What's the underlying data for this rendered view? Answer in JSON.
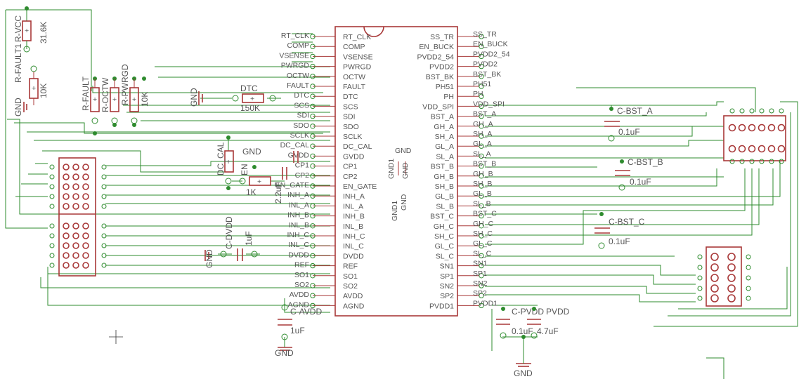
{
  "ic": {
    "left_pins": [
      "RT_CLK",
      "COMP",
      "VSENSE",
      "PWRGD",
      "OCTW",
      "FAULT",
      "DTC",
      "SCS",
      "SDI",
      "SDO",
      "SCLK",
      "DC_CAL",
      "GVDD",
      "CP1",
      "CP2",
      "EN_GATE",
      "INH_A",
      "INL_A",
      "INH_B",
      "INL_B",
      "INH_C",
      "INL_C",
      "DVDD",
      "REF",
      "SO1",
      "SO2",
      "AVDD",
      "AGND"
    ],
    "right_pins": [
      "SS_TR",
      "EN_BUCK",
      "PVDD2_54",
      "PVDD2",
      "BST_BK",
      "PH51",
      "PH",
      "VDD_SPI",
      "BST_A",
      "GH_A",
      "SH_A",
      "GL_A",
      "SL_A",
      "BST_B",
      "GH_B",
      "SH_B",
      "GL_B",
      "SL_B",
      "BST_C",
      "GH_C",
      "SH_C",
      "GL_C",
      "SL_C",
      "SN1",
      "SP1",
      "SN2",
      "SP2",
      "PVDD1"
    ],
    "gnd_labels": [
      "GND1",
      "GND",
      "GND1",
      "GND"
    ]
  },
  "components": {
    "r_vcc": {
      "name": "R-VCC",
      "value": "31.6K"
    },
    "r_fault1": {
      "name": "R-FAULT1",
      "value": "10K"
    },
    "r_fault": {
      "name": "R-FAULT"
    },
    "r_octw": {
      "name": "R-OCTW"
    },
    "r_pwrgd": {
      "name": "R-PWRGD",
      "value": "10K"
    },
    "dtc": {
      "name": "DTC",
      "value": "150K"
    },
    "dc_cal": {
      "name": "DC_CAL"
    },
    "en": {
      "name": "EN",
      "value": "1K"
    },
    "c_gvdd": {
      "name": "GVDD",
      "value": "2.2uF"
    },
    "c_dvdd": {
      "name": "C-DVDD",
      "value": "1uF"
    },
    "c_avdd": {
      "name": "C-AVDD",
      "value": "1uF"
    },
    "c_bst_a": {
      "name": "C-BST_A",
      "value": "0.1uF"
    },
    "c_bst_b": {
      "name": "C-BST_B",
      "value": "0.1uF"
    },
    "c_bst_c": {
      "name": "C-BST_C",
      "value": "0.1uF"
    },
    "c_pvdd": {
      "name": "C-PVDD",
      "value": "0.1uF"
    },
    "pvdd": {
      "name": "PVDD",
      "value": "4.7uF"
    }
  },
  "ground_labels": {
    "gnd_main": "GND",
    "gnd_bottom_right": "GND",
    "gnd_avdd": "GND"
  }
}
